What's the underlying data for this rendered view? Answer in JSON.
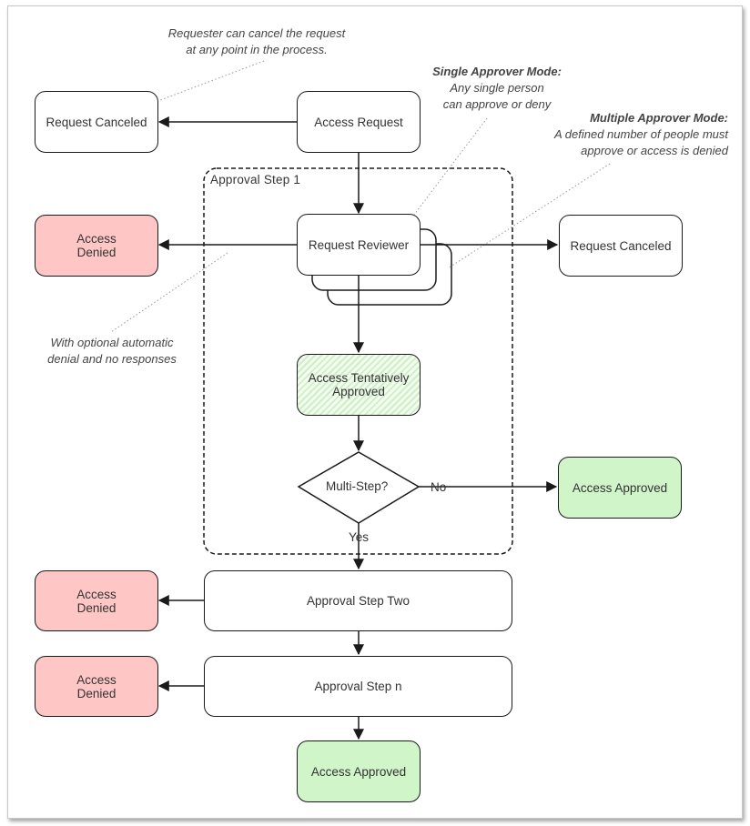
{
  "nodes": {
    "access_request": "Access Request",
    "request_canceled_top": "Request Canceled",
    "request_reviewer": "Request Reviewer",
    "access_denied_step1_line1": "Access",
    "access_denied_step1_line2": "Denied",
    "request_canceled_right": "Request Canceled",
    "tentatively_approved_line1": "Access Tentatively",
    "tentatively_approved_line2": "Approved",
    "multi_step_decision": "Multi-Step?",
    "access_approved_right": "Access Approved",
    "approval_step_two": "Approval Step Two",
    "access_denied_step2_line1": "Access",
    "access_denied_step2_line2": "Denied",
    "approval_step_n": "Approval Step n",
    "access_denied_stepn_line1": "Access",
    "access_denied_stepn_line2": "Denied",
    "access_approved_bottom": "Access Approved"
  },
  "group": {
    "label": "Approval Step 1"
  },
  "edge_labels": {
    "no": "No",
    "yes": "Yes"
  },
  "notes": {
    "cancel": {
      "line1": "Requester can cancel the request",
      "line2": "at any point in the process."
    },
    "single": {
      "title": "Single Approver Mode:",
      "line1": "Any single person",
      "line2": "can approve or deny"
    },
    "multiple": {
      "title": "Multiple Approver Mode:",
      "line1": "A defined number of people must",
      "line2": "approve or access is denied"
    },
    "auto_deny": {
      "line1": "With optional automatic",
      "line2": "denial and no responses"
    }
  },
  "colors": {
    "denied": "#ffc6c6",
    "approved": "#cff5c8",
    "line": "#1a1a1a",
    "dotted": "#999999"
  }
}
